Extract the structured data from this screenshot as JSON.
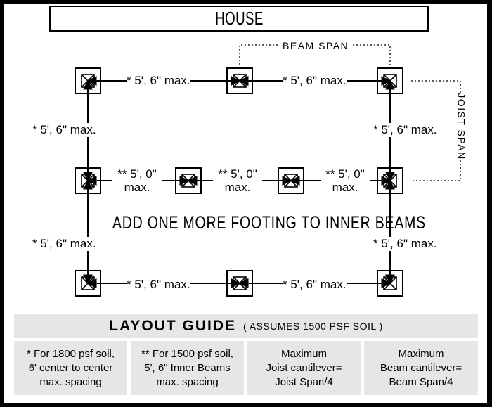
{
  "header": {
    "house_label": "HOUSE"
  },
  "spans": {
    "beam_span": "BEAM SPAN",
    "joist_span": "JOIST SPAN"
  },
  "labels": {
    "top_left": "* 5', 6\" max.",
    "top_right": "* 5', 6\" max.",
    "bottom_left": "* 5', 6\" max.",
    "bottom_right": "* 5', 6\" max.",
    "left_upper": "* 5', 6\" max.",
    "left_lower": "* 5', 6\" max.",
    "right_upper": "* 5', 6\" max.",
    "right_lower": "* 5', 6\" max.",
    "mid_1_line1": "** 5', 0\"",
    "mid_1_line2": "max.",
    "mid_2_line1": "** 5', 0\"",
    "mid_2_line2": "max.",
    "mid_3_line1": "** 5', 0\"",
    "mid_3_line2": "max."
  },
  "note": "ADD ONE MORE FOOTING TO INNER BEAMS",
  "guide": {
    "title": "LAYOUT GUIDE",
    "subtitle": "( ASSUMES 1500 PSF SOIL )",
    "cells": [
      "* For 1800 psf soil,\n6' center to center\nmax. spacing",
      "** For 1500 psf soil,\n5', 6\" Inner Beams\nmax. spacing",
      "Maximum\nJoist cantilever=\nJoist Span/4",
      "Maximum\nBeam cantilever=\nBeam Span/4"
    ]
  }
}
